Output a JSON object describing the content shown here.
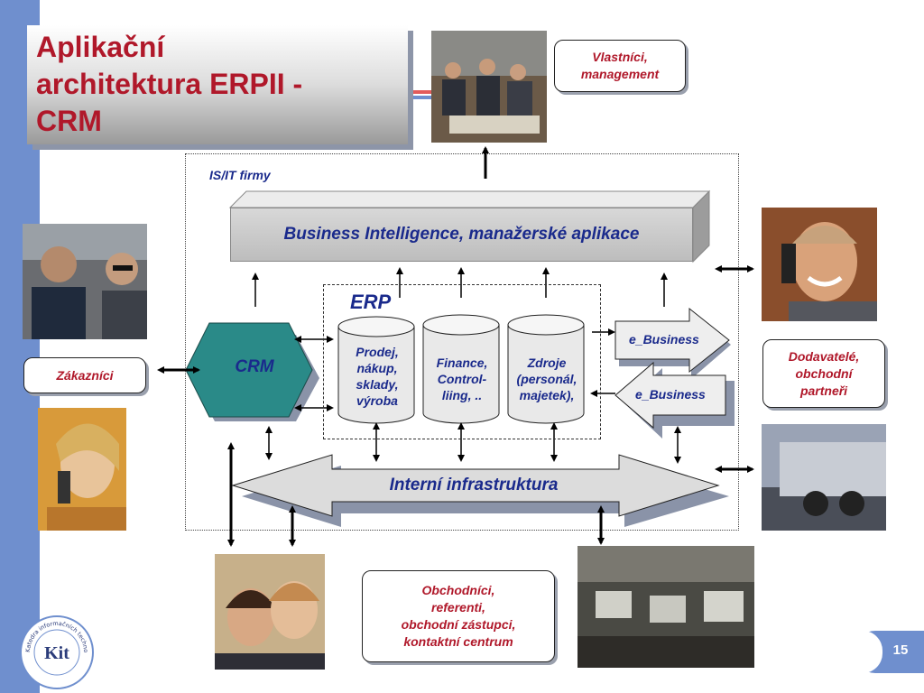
{
  "slide": {
    "title": "Aplikační\narchitektura ERPII -\nCRM",
    "page_number": "15"
  },
  "diagram": {
    "it_label": "IS/IT firmy",
    "bi_label": "Business Intelligence, manažerské aplikace",
    "erp_label": "ERP",
    "crm_label": "CRM",
    "infra_label": "Interní infrastruktura",
    "ebusiness_out": "e_Business",
    "ebusiness_in": "e_Business",
    "cylinders": [
      "Prodej,\nnákup,\nsklady,\nvýroba",
      "Finance,\nControl-\nliing, ..",
      "Zdroje\n(personál,\nmajetek),"
    ]
  },
  "stakeholders": {
    "owners": "Vlastníci,\nmanagement",
    "customers": "Zákazníci",
    "suppliers": "Dodavatelé,\nobchodní\npartneři",
    "sales": "Obchodníci,\nreferenti,\nobchodní zástupci,\nkontaktní centrum"
  },
  "logo": {
    "text": "Kit",
    "ring_text": "Katedra informačních technologií VŠE Praha"
  },
  "colors": {
    "accent_red": "#b0182a",
    "diagram_blue": "#1a2a8c",
    "band_blue": "#6f8fce",
    "crm_teal": "#2a8a88"
  },
  "icons": [
    "arrow-icon",
    "photo"
  ]
}
